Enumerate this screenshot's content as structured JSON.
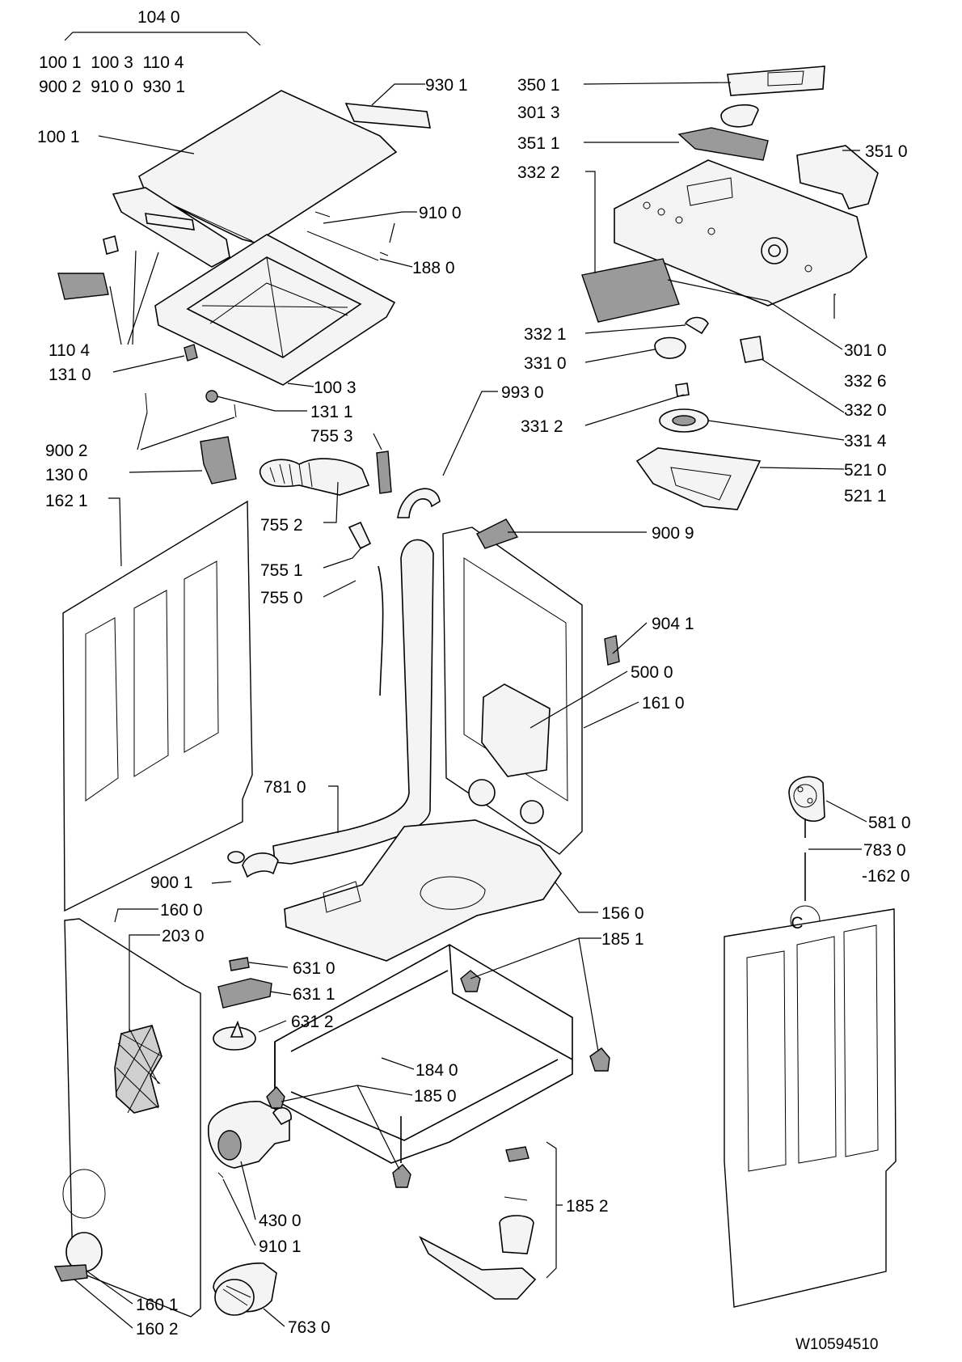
{
  "group": {
    "title": "104 0",
    "rows": [
      "100 1  100 3  110 4",
      "900 2  910 0  930 1"
    ]
  },
  "labels": {
    "l9301": "930 1",
    "l1001": "100 1",
    "l9100": "910 0",
    "l1880": "188 0",
    "l1104": "110 4",
    "l1310": "131 0",
    "l1003": "100 3",
    "l1311": "131 1",
    "l7553": "755 3",
    "l9002": "900 2",
    "l1300": "130 0",
    "l1621": "162 1",
    "l7552": "755 2",
    "l7551": "755 1",
    "l7550": "755 0",
    "l3501": "350 1",
    "l3013": "301 3",
    "l3511": "351 1",
    "l3510": "351 0",
    "l3322": "332 2",
    "l3321": "332 1",
    "l3310": "331 0",
    "l3010": "301 0",
    "l3326": "332 6",
    "l9930": "993 0",
    "l3320": "332 0",
    "l3312": "331 2",
    "l3314": "331 4",
    "l5210": "521 0",
    "l5211": "521 1",
    "l9009": "900 9",
    "l9041": "904 1",
    "l5000": "500 0",
    "l1610": "161 0",
    "l7810": "781 0",
    "l5810": "581 0",
    "l7830": "783 0",
    "l1620": "-162 0",
    "l9001": "900 1",
    "l1600": "160 0",
    "l1560": "156 0",
    "l2030": "203 0",
    "l1851": "185 1",
    "l6310": "631 0",
    "l6311": "631 1",
    "l6312": "631 2",
    "l1840": "184 0",
    "l1850": "185 0",
    "l1852": "185 2",
    "l4300": "430 0",
    "l9101": "910 1",
    "l1601": "160 1",
    "l1602": "160 2",
    "l7630": "763 0",
    "c_mark": "C"
  },
  "reference": "W10594510"
}
